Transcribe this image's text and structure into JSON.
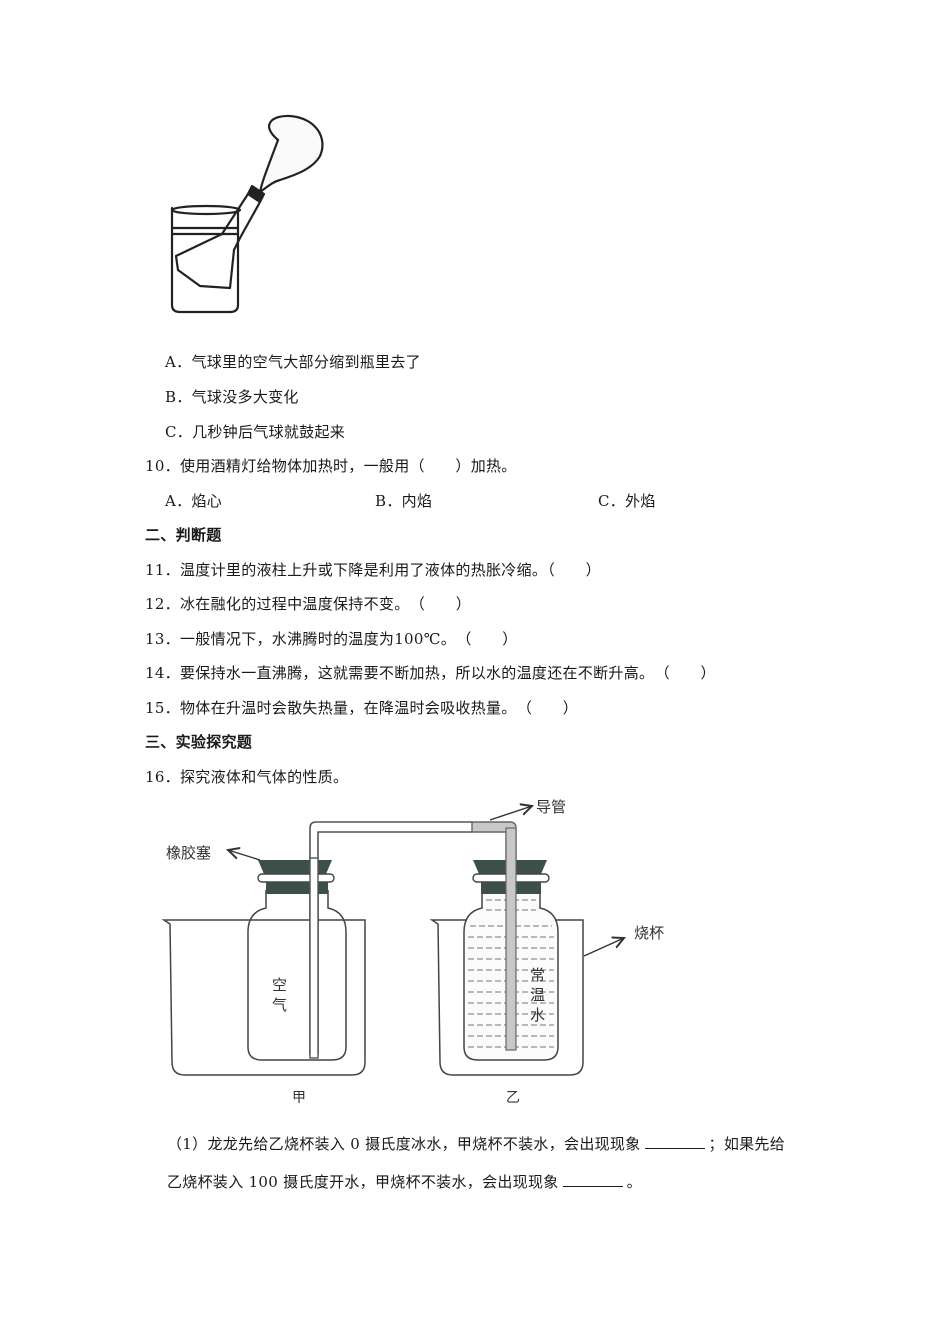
{
  "q9_figure": {
    "alt": "balloon-on-flask-in-beaker"
  },
  "q9_options": [
    {
      "label": "A．",
      "text": "气球里的空气大部分缩到瓶里去了"
    },
    {
      "label": "B．",
      "text": "气球没多大变化"
    },
    {
      "label": "C．",
      "text": "几秒钟后气球就鼓起来"
    }
  ],
  "q10": {
    "number": "10．",
    "stem": "使用酒精灯给物体加热时，一般用（　　）加热。",
    "options": [
      {
        "label": "A．",
        "text": "焰心"
      },
      {
        "label": "B．",
        "text": "内焰"
      },
      {
        "label": "C．",
        "text": "外焰"
      }
    ]
  },
  "section2": {
    "title": "二、判断题"
  },
  "judge_items": [
    {
      "number": "11．",
      "text": "温度计里的液柱上升或下降是利用了液体的热胀冷缩。（　　）"
    },
    {
      "number": "12．",
      "text": "冰在融化的过程中温度保持不变。　（　　）"
    },
    {
      "number": "13．",
      "text": "一般情况下，水沸腾时的温度为100℃。　（　　）"
    },
    {
      "number": "14．",
      "text": "要保持水一直沸腾，这就需要不断加热，所以水的温度还在不断升高。　（　　）"
    },
    {
      "number": "15．",
      "text": "物体在升温时会散失热量，在降温时会吸收热量。　（　　）"
    }
  ],
  "section3": {
    "title": "三、实验探究题"
  },
  "q16": {
    "number": "16．",
    "stem": "探究液体和气体的性质。",
    "diagram": {
      "label_stopper": "橡胶塞",
      "label_tube": "导管",
      "label_beaker": "烧杯",
      "label_air_1": "空",
      "label_air_2": "气",
      "label_water_1": "常",
      "label_water_2": "温",
      "label_water_3": "水",
      "label_left": "甲",
      "label_right": "乙",
      "stopper_color": "#3d4f4a",
      "tube_right_color": "#c8c8c8"
    },
    "sub1_line1_a": "（1）龙龙先给乙烧杯装入 0 摄氏度冰水，甲烧杯不装水，会出现现象",
    "sub1_line1_b": "；如果先给",
    "sub1_line2_a": "乙烧杯装入 100 摄氏度开水，甲烧杯不装水，会出现现象",
    "sub1_line2_b": "。"
  }
}
